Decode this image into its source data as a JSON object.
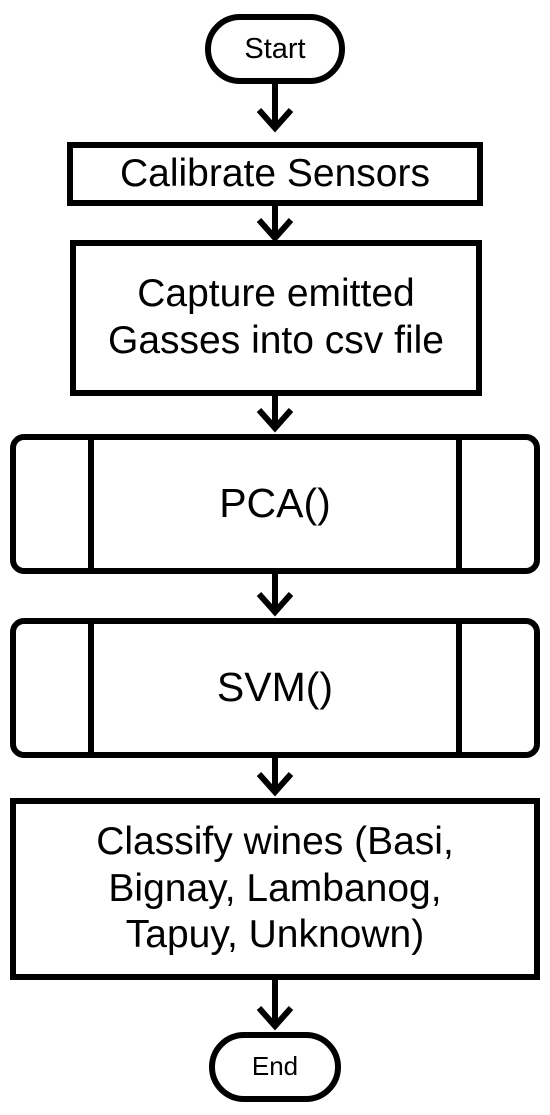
{
  "diagram": {
    "nodes": {
      "start": {
        "label": "Start",
        "shape": "terminal"
      },
      "calibrate": {
        "label": "Calibrate Sensors",
        "shape": "process"
      },
      "capture": {
        "label_lines": [
          "Capture emitted",
          "Gasses into csv file"
        ],
        "shape": "process"
      },
      "pca": {
        "label": "PCA()",
        "shape": "predefined-process"
      },
      "svm": {
        "label": "SVM()",
        "shape": "predefined-process"
      },
      "classify": {
        "label_lines": [
          "Classify wines (Basi,",
          "Bignay, Lambanog,",
          "Tapuy, Unknown)"
        ],
        "shape": "process"
      },
      "end": {
        "label": "End",
        "shape": "terminal"
      }
    },
    "edges": [
      {
        "from": "start",
        "to": "calibrate"
      },
      {
        "from": "calibrate",
        "to": "capture"
      },
      {
        "from": "capture",
        "to": "pca"
      },
      {
        "from": "pca",
        "to": "svm"
      },
      {
        "from": "svm",
        "to": "classify"
      },
      {
        "from": "classify",
        "to": "end"
      }
    ],
    "colors": {
      "stroke": "#000000",
      "fill": "#ffffff",
      "text": "#000000"
    }
  }
}
